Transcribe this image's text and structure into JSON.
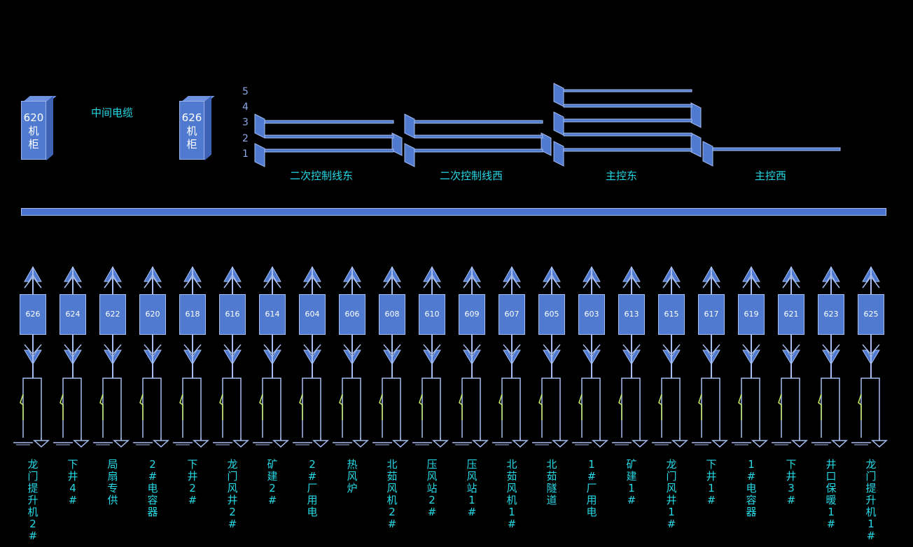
{
  "cabinets": [
    {
      "lines": [
        "620",
        "机",
        "柜"
      ]
    },
    {
      "lines": [
        "626",
        "机",
        "柜"
      ]
    }
  ],
  "middle_cable_label": "中间电缆",
  "line_numbers": [
    "5",
    "4",
    "3",
    "2",
    "1"
  ],
  "control_labels": [
    "二次控制线东",
    "二次控制线西",
    "主控东",
    "主控西"
  ],
  "feeders": [
    {
      "id": "626",
      "name": "龙门提升机2#"
    },
    {
      "id": "624",
      "name": "下井4#"
    },
    {
      "id": "622",
      "name": "局扇专供"
    },
    {
      "id": "620",
      "name": "2#电容器"
    },
    {
      "id": "618",
      "name": "下井2#"
    },
    {
      "id": "616",
      "name": "龙门风井2#"
    },
    {
      "id": "614",
      "name": "矿建2#"
    },
    {
      "id": "604",
      "name": "2#厂用电"
    },
    {
      "id": "606",
      "name": "热风炉"
    },
    {
      "id": "608",
      "name": "北茹风机2#"
    },
    {
      "id": "610",
      "name": "压风站2#"
    },
    {
      "id": "609",
      "name": "压风站1#"
    },
    {
      "id": "607",
      "name": "北茹风机1#"
    },
    {
      "id": "605",
      "name": "北茹隧道"
    },
    {
      "id": "603",
      "name": "1#厂用电"
    },
    {
      "id": "613",
      "name": "矿建1#"
    },
    {
      "id": "615",
      "name": "龙门风井1#"
    },
    {
      "id": "617",
      "name": "下井1#"
    },
    {
      "id": "619",
      "name": "1#电容器"
    },
    {
      "id": "621",
      "name": "下井3#"
    },
    {
      "id": "623",
      "name": "井口保暖1#"
    },
    {
      "id": "625",
      "name": "龙门提升机1#"
    }
  ],
  "colors": {
    "background": "#000000",
    "equipment_fill": "#4f7ad0",
    "label_cyan": "#26d9e6",
    "switch_blade": "#c8f06a",
    "wire": "#a5bdf0"
  }
}
